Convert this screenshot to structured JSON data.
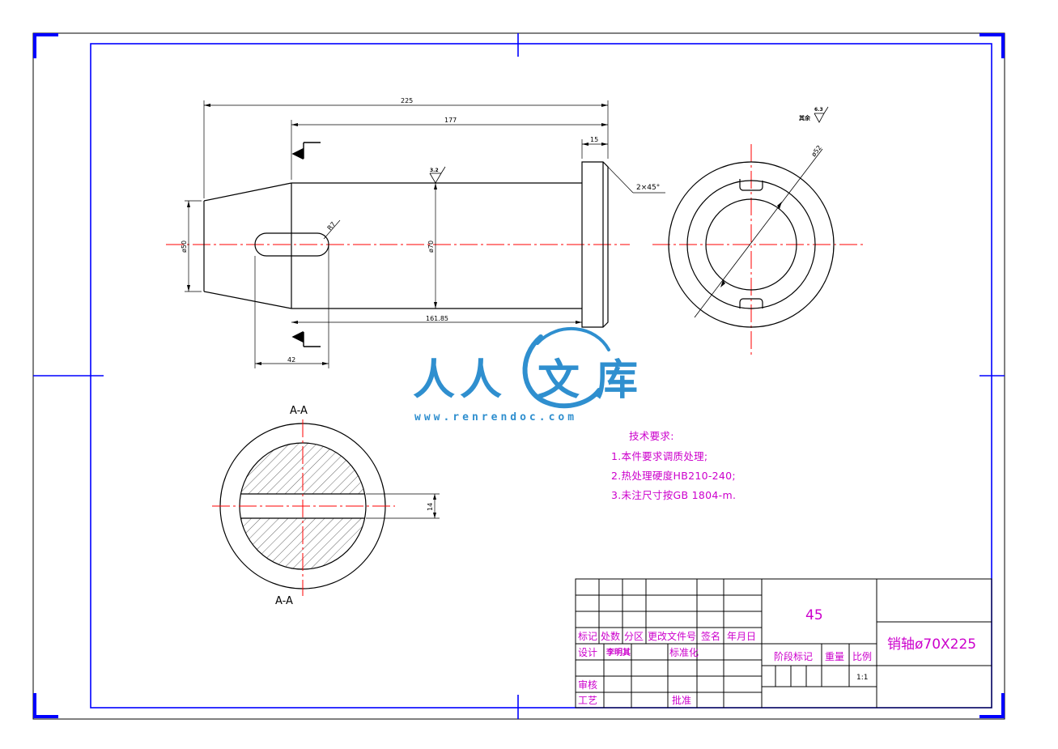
{
  "section_views": {
    "top_label": "A-A",
    "bottom_label": "A-A"
  },
  "dimensions": {
    "overall_length": "225",
    "body_length": "177",
    "flange_width": "15",
    "chamfer": "2×45°",
    "end_diameter": "ø50",
    "main_diameter": "ø70",
    "slot_radius": "R7",
    "lower_length": "161.85",
    "slot_offset": "42",
    "circle_diameter": "ø52",
    "key_width": "14",
    "roughness_local": "3.2",
    "roughness_general": "6.3",
    "roughness_general_prefix": "其余"
  },
  "watermark": {
    "chars": [
      "人",
      "人",
      "文",
      "库"
    ],
    "url": "www.renrendoc.com"
  },
  "technical_requirements": {
    "heading": "技术要求:",
    "items": [
      "1.本件要求调质处理;",
      "2.热处理硬度HB210-240;",
      "3.未注尺寸按GB 1804-m."
    ]
  },
  "title_block": {
    "material": "45",
    "part_name": "销轴ø70X225",
    "headers": [
      "标记",
      "处数",
      "分区",
      "更改文件号",
      "签名",
      "年月日"
    ],
    "design_label": "设计",
    "designer": "李明其",
    "standardize_label": "标准化",
    "stage_label": "阶段标记",
    "weight_label": "重量",
    "scale_label": "比例",
    "scale_value": "1:1",
    "review_label": "审核",
    "process_label": "工艺",
    "approve_label": "批准"
  },
  "colors": {
    "frame": "#0000ff",
    "centerline": "#ff0000",
    "text_magenta": "#cc00cc",
    "watermark": "#2f8fcf"
  }
}
